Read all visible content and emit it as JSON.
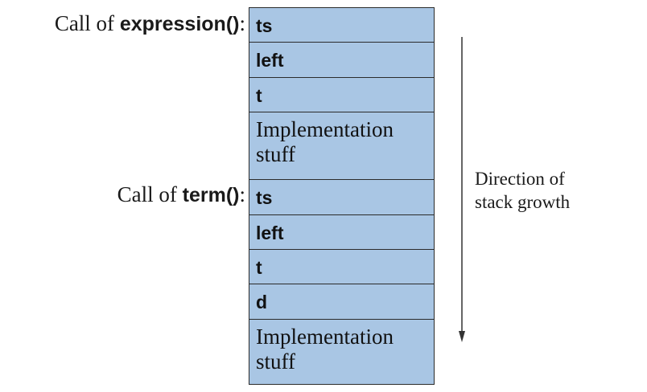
{
  "calls": [
    {
      "prefix": "Call of ",
      "function": "expression()",
      "suffix": ":"
    },
    {
      "prefix": "Call of ",
      "function": "term()",
      "suffix": ":"
    }
  ],
  "stack_cells": [
    {
      "text": "ts",
      "kind": "variable"
    },
    {
      "text": "left",
      "kind": "variable"
    },
    {
      "text": "t",
      "kind": "variable"
    },
    {
      "text": "Implementation stuff",
      "line1": "Implementation",
      "line2": "stuff",
      "kind": "implementation"
    },
    {
      "text": "ts",
      "kind": "variable"
    },
    {
      "text": "left",
      "kind": "variable"
    },
    {
      "text": "t",
      "kind": "variable"
    },
    {
      "text": "d",
      "kind": "variable"
    },
    {
      "text": "Implementation stuff",
      "line1": "Implementation",
      "line2": "stuff",
      "kind": "implementation"
    }
  ],
  "direction_label": {
    "line1": "Direction of",
    "line2": "stack growth"
  },
  "colors": {
    "cell_fill": "#a9c6e4",
    "border": "#2b2b2b",
    "text": "#1a1a1a"
  }
}
